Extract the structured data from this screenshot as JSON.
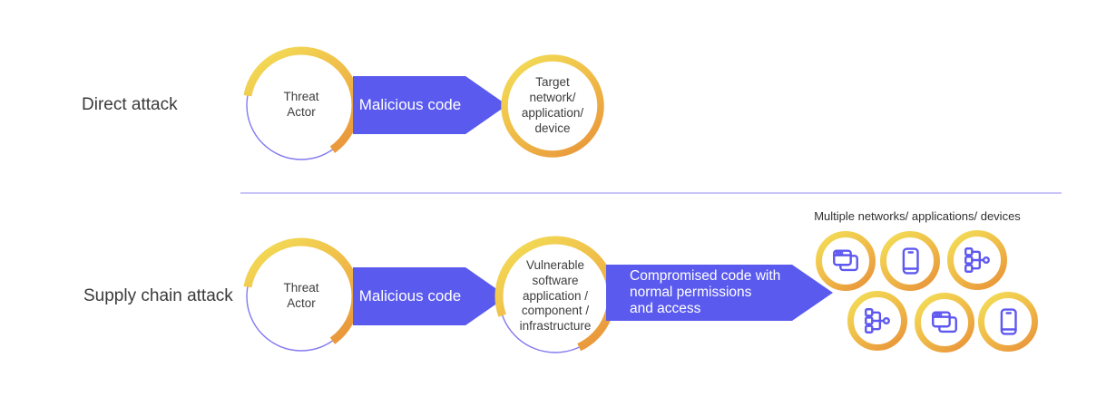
{
  "colors": {
    "arrow_purple": "#5a5aee",
    "ring_yellow": "#f3df58",
    "ring_orange": "#ea9a3c",
    "ring_blue_thin": "#8279f0",
    "icon_purple": "#5e58f0",
    "divider": "#c9c5f8",
    "label_text": "#3a3a3a"
  },
  "direct": {
    "label": "Direct attack",
    "threat_actor": [
      "Threat",
      "Actor"
    ],
    "arrow": "Malicious code",
    "target": [
      "Target",
      "network/",
      "application/",
      "device"
    ]
  },
  "supply": {
    "label": "Supply chain attack",
    "threat_actor": [
      "Threat",
      "Actor"
    ],
    "arrow1": "Malicious code",
    "target": [
      "Vulnerable",
      "software",
      "application /",
      "component /",
      "infrastructure"
    ],
    "arrow2": [
      "Compromised code with",
      "normal permissions",
      "and access"
    ],
    "cluster": {
      "title": "Multiple networks/ applications/ devices",
      "icons": [
        "browser-windows",
        "mobile-device",
        "network-nodes",
        "network-nodes",
        "browser-windows",
        "mobile-device"
      ]
    }
  }
}
